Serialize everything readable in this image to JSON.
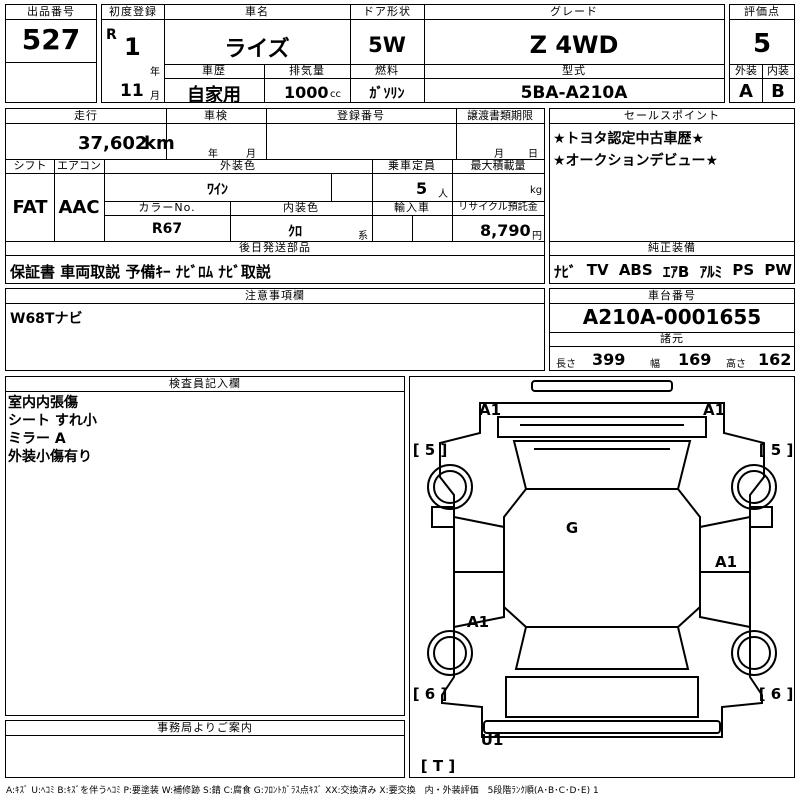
{
  "lot": {
    "label": "出品番号",
    "value": "527"
  },
  "first_reg": {
    "label": "初度登録",
    "era": "R",
    "year": "1",
    "year_unit": "年",
    "month": "11",
    "month_unit": "月"
  },
  "car_name": {
    "label": "車名",
    "value": "ライズ"
  },
  "door": {
    "label": "ドア形状",
    "value": "5W"
  },
  "grade": {
    "label": "グレード",
    "value": "Z 4WD"
  },
  "score": {
    "label": "評価点",
    "value": "5",
    "ext_label": "外装",
    "int_label": "内装",
    "ext": "A",
    "int": "B"
  },
  "history": {
    "label": "車歴",
    "value": "自家用"
  },
  "displacement": {
    "label": "排気量",
    "value": "1000",
    "unit": "cc"
  },
  "fuel": {
    "label": "燃料",
    "value": "ｶﾞｿﾘﾝ"
  },
  "model": {
    "label": "型式",
    "value": "5BA-A210A"
  },
  "mileage": {
    "label": "走行",
    "value": "37,602",
    "unit": "km"
  },
  "inspection": {
    "label": "車検",
    "year_unit": "年",
    "month_unit": "月"
  },
  "reg_no": {
    "label": "登録番号"
  },
  "transfer_deadline": {
    "label": "譲渡書類期限",
    "month_unit": "月",
    "day_unit": "日"
  },
  "shift": {
    "label": "シフト",
    "value": "FAT"
  },
  "aircon": {
    "label": "エアコン",
    "value": "AAC"
  },
  "ext_color": {
    "label": "外装色",
    "value": "ﾜｲﾝ"
  },
  "capacity": {
    "label": "乗車定員",
    "value": "5",
    "unit": "人"
  },
  "max_load": {
    "label": "最大積載量",
    "unit": "kg"
  },
  "color_no": {
    "label": "カラーNo.",
    "value": "R67"
  },
  "int_color": {
    "label": "内装色",
    "value": "ｸﾛ",
    "unit": "系"
  },
  "import": {
    "label": "輸入車"
  },
  "recycle": {
    "label": "リサイクル預託金",
    "value": "8,790",
    "unit": "円"
  },
  "sales_points": {
    "label": "セールスポイント",
    "items": [
      "★トヨタ認定中古車歴★",
      "★オークションデビュー★"
    ]
  },
  "later_parts": {
    "label": "後日発送部品",
    "value": "保証書 車両取説 予備ｷｰ ﾅﾋﾞﾛﾑ ﾅﾋﾞ取説"
  },
  "equipment": {
    "label": "純正装備",
    "items": [
      "ﾅﾋﾞ",
      "TV",
      "ABS",
      "ｴｱB",
      "ｱﾙﾐ",
      "PS",
      "PW"
    ]
  },
  "caution": {
    "label": "注意事項欄",
    "value": "W68Tナビ"
  },
  "chassis": {
    "label": "車台番号",
    "value": "A210A-0001655"
  },
  "specs": {
    "label": "諸元",
    "length_label": "長さ",
    "length": "399",
    "width_label": "幅",
    "width": "169",
    "height_label": "高さ",
    "height": "162"
  },
  "inspector": {
    "label": "検査員記入欄",
    "lines": [
      "室内内張傷",
      "シート すれ小",
      "ミラー A",
      "外装小傷有り"
    ]
  },
  "office": {
    "label": "事務局よりご案内"
  },
  "diagram": {
    "marks": {
      "a1_tl": "A1",
      "a1_tr": "A1",
      "five_l": "[ 5 ]",
      "five_r": "[ 5 ]",
      "g": "G",
      "a1_r": "A1",
      "a1_l": "A1",
      "six_l": "[ 6 ]",
      "six_r": "[ 6 ]",
      "u1": "U1",
      "t": "[ T ]"
    }
  },
  "legend": "A:ｷｽﾞ U:ﾍｺﾐ B:ｷｽﾞを伴うﾍｺﾐ P:要塗装 W:補修跡 S:錆 C:腐食 G:ﾌﾛﾝﾄｶﾞﾗｽ点ｷｽﾞ XX:交換済み X:要交換　内・外装評価　5段階ﾗﾝｸ順(A･B･C･D･E) 1"
}
